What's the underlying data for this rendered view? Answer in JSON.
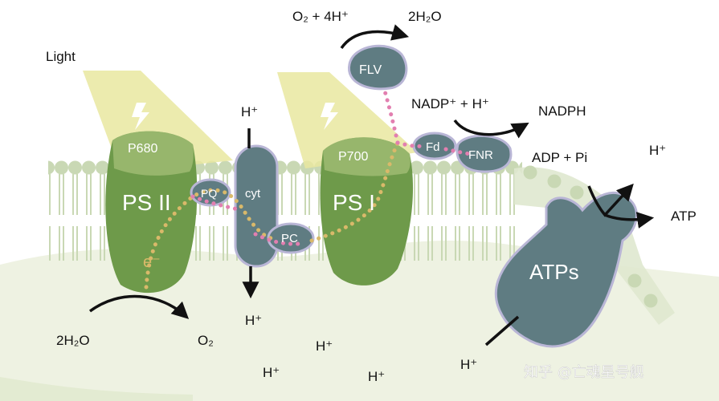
{
  "labels": {
    "light": "Light",
    "o2_4h": "O₂ + 4H⁺",
    "h2o_top": "2H₂O",
    "flv": "FLV",
    "nadp": "NADP⁺ + H⁺",
    "nadph": "NADPH",
    "h_top_cyt": "H⁺",
    "p680": "P680",
    "p700": "P700",
    "fd": "Fd",
    "fnr": "FNR",
    "adp": "ADP + Pi",
    "h_atp_out": "H⁺",
    "atp": "ATP",
    "ps2": "PS II",
    "ps1": "PS I",
    "pq": "PQ",
    "cyt": "cyt",
    "pc": "PC",
    "electron": "e⁻",
    "atps": "ATPs",
    "h_cyt_out": "H⁺",
    "h2o_bottom": "2H₂O",
    "o2_bottom": "O₂",
    "h_lumen_1": "H⁺",
    "h_lumen_2": "H⁺",
    "h_lumen_3": "H⁺",
    "h_lumen_atp": "H⁺"
  },
  "watermark": "知乎 @亡魂星号舰",
  "colors": {
    "ps_green": "#6e9a4a",
    "light_yellow": "#e9e7a0",
    "protein_slate": "#5f7c82",
    "protein_outline": "#b9b6d6",
    "electron_pink": "#e27fb0",
    "electron_gold": "#d9b96a",
    "lipid_head": "#c9d8b4",
    "lumen": "#eef2e2"
  }
}
